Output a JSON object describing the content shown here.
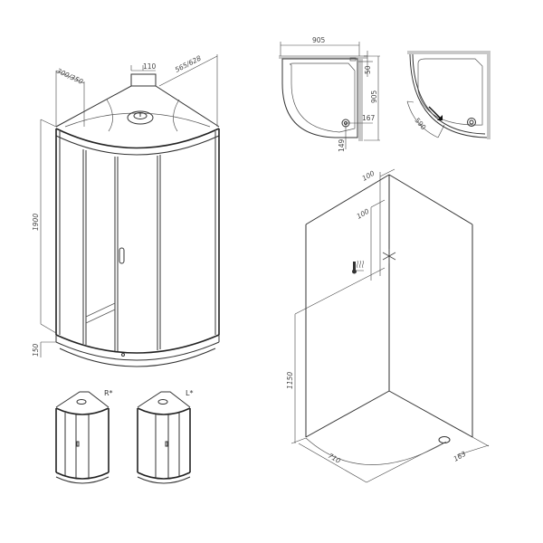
{
  "front_view": {
    "dim_top_width": "110",
    "dim_side_depth": "300/350",
    "dim_diagonal": "565/628",
    "dim_height_cabin": "1900",
    "dim_height_tray": "150"
  },
  "tray_top_view": {
    "dim_width": "905",
    "dim_depth": "905",
    "dim_edge": "50",
    "dim_drain_x": "167",
    "dim_drain_y": "149"
  },
  "door_top_view": {
    "dim_door_opening": "590"
  },
  "install_view": {
    "dim_top_offset_1": "100",
    "dim_top_offset_2": "100",
    "dim_height": "1150",
    "dim_floor_width": "710",
    "dim_drain_offset": "163",
    "icons": [
      "thermometer-water-icon",
      "snowflake-ventilation-icon"
    ]
  },
  "variants": [
    {
      "label": "R*"
    },
    {
      "label": "L*"
    }
  ]
}
